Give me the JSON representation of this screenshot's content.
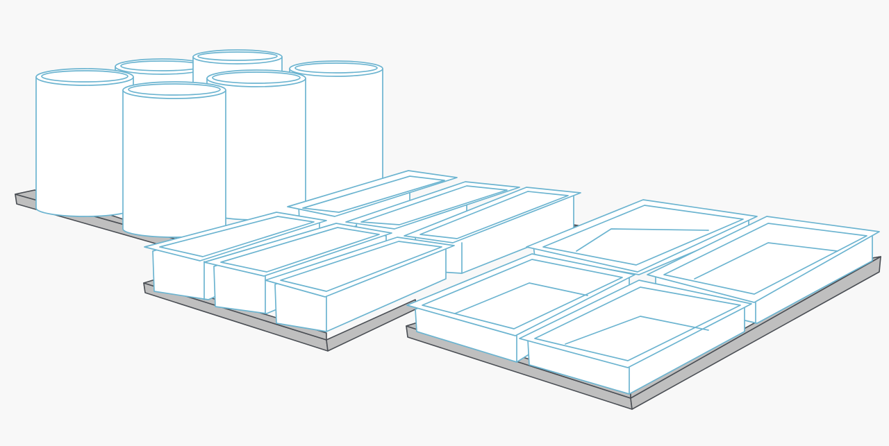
{
  "illustration": {
    "colors": {
      "background": "#f8f8f8",
      "outline": "#6cb4d0",
      "tray_fill": "#bfbfbf",
      "tray_edge": "#4a4e54",
      "tray_side": "#6b6f74",
      "container_fill": "#ffffff"
    },
    "groups": [
      {
        "id": "cylinder-group",
        "container": "round-container",
        "count": 6
      },
      {
        "id": "long-pan-group",
        "container": "long-pan",
        "count": 6
      },
      {
        "id": "wide-pan-group",
        "container": "wide-pan",
        "count": 4
      }
    ]
  }
}
